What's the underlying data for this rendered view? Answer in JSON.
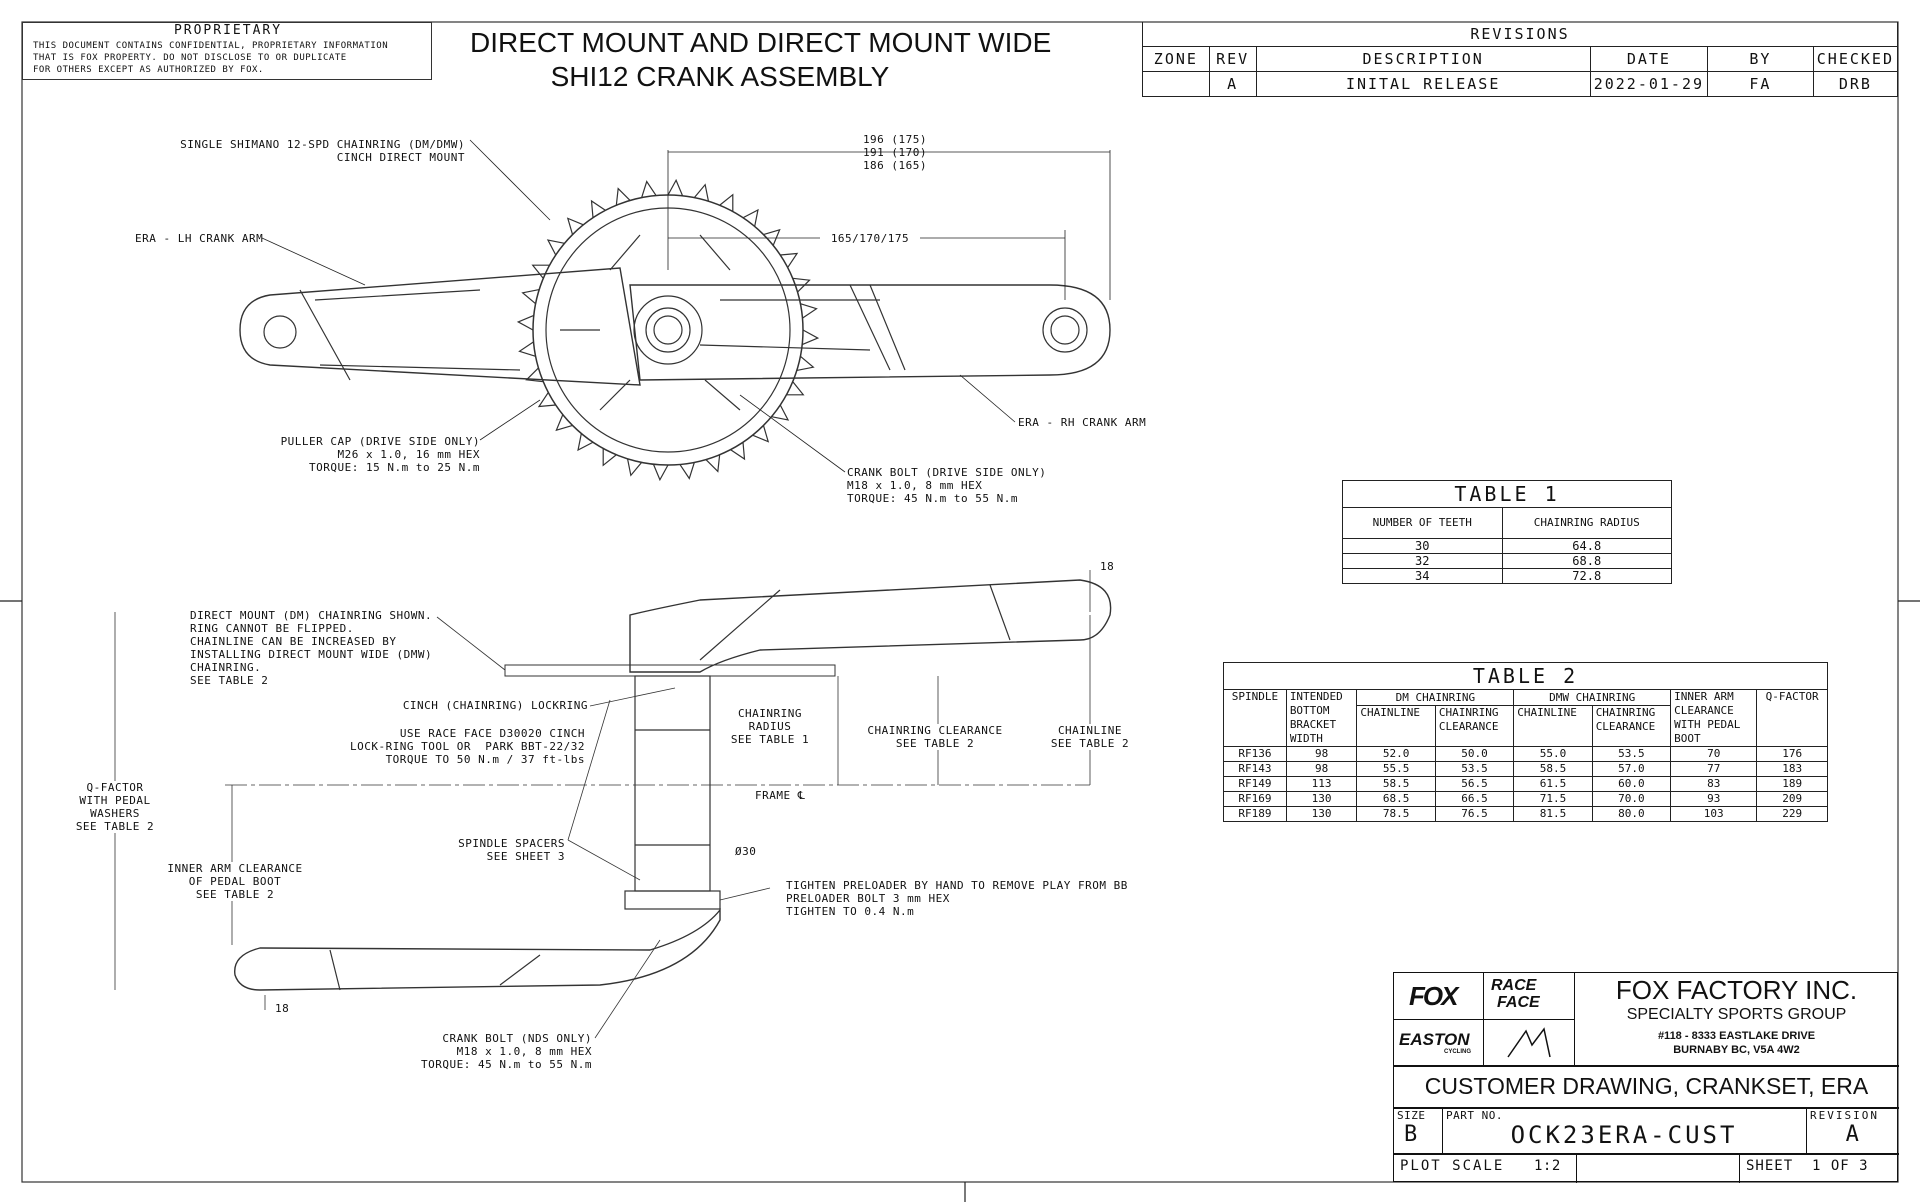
{
  "proprietary": {
    "header": "PROPRIETARY",
    "lines": [
      "THIS DOCUMENT CONTAINS CONFIDENTIAL, PROPRIETARY INFORMATION",
      "THAT IS FOX PROPERTY. DO NOT DISCLOSE TO OR DUPLICATE",
      "FOR OTHERS EXCEPT AS AUTHORIZED BY FOX."
    ]
  },
  "title": {
    "line1": "DIRECT MOUNT AND DIRECT MOUNT WIDE",
    "line2": "SHI12 CRANK ASSEMBLY"
  },
  "revisions": {
    "header": "REVISIONS",
    "columns": [
      "ZONE",
      "REV",
      "DESCRIPTION",
      "DATE",
      "BY",
      "CHECKED"
    ],
    "rows": [
      [
        "",
        "A",
        "INITAL RELEASE",
        "2022-01-29",
        "FA",
        "DRB"
      ]
    ]
  },
  "top_view": {
    "chainring_note": [
      "SINGLE SHIMANO 12-SPD CHAINRING (DM/DMW)",
      "CINCH DIRECT MOUNT"
    ],
    "lh_arm": "ERA - LH CRANK ARM",
    "rh_arm": "ERA - RH CRANK ARM",
    "dims_length": [
      "196 (175)",
      "191 (170)",
      "186 (165)"
    ],
    "crank_length": "165/170/175",
    "puller_cap": [
      "PULLER CAP (DRIVE SIDE ONLY)",
      "M26 x 1.0, 16 mm HEX",
      "TORQUE: 15 N.m to 25 N.m"
    ],
    "crank_bolt_ds": [
      "CRANK BOLT (DRIVE SIDE ONLY)",
      "M18 x 1.0, 8 mm HEX",
      "TORQUE: 45 N.m to 55 N.m"
    ]
  },
  "side_view": {
    "dm_note": [
      "DIRECT MOUNT (DM) CHAINRING SHOWN.",
      "RING CANNOT BE FLIPPED.",
      "CHAINLINE CAN BE INCREASED BY",
      "INSTALLING DIRECT MOUNT WIDE (DMW)",
      "CHAINRING.",
      "SEE TABLE 2"
    ],
    "lockring": "CINCH (CHAINRING) LOCKRING",
    "tool_note": [
      "USE RACE FACE D30020 CINCH",
      "LOCK-RING TOOL OR  PARK BBT-22/32",
      "TORQUE TO 50 N.m / 37 ft-lbs"
    ],
    "chainring_radius": [
      "CHAINRING",
      "RADIUS",
      "SEE TABLE 1"
    ],
    "chainring_clearance": [
      "CHAINRING CLEARANCE",
      "SEE TABLE 2"
    ],
    "chainline": [
      "CHAINLINE",
      "SEE TABLE 2"
    ],
    "frame_cl": "FRAME ℄",
    "qfactor": [
      "Q-FACTOR",
      "WITH PEDAL",
      "WASHERS",
      "SEE TABLE 2"
    ],
    "inner_arm": [
      "INNER ARM CLEARANCE",
      "OF PEDAL BOOT",
      "SEE TABLE 2"
    ],
    "spindle_spacers": [
      "SPINDLE SPACERS",
      "SEE SHEET 3"
    ],
    "dia": "Ø30",
    "preloader": [
      "TIGHTEN PRELOADER BY HAND TO REMOVE PLAY FROM BB",
      "PRELOADER BOLT 3 mm HEX",
      "TIGHTEN TO 0.4 N.m"
    ],
    "crank_bolt_nds": [
      "CRANK BOLT (NDS ONLY)",
      "M18 x 1.0, 8 mm HEX",
      "TORQUE: 45 N.m to 55 N.m"
    ],
    "dim18_top": "18",
    "dim18_bottom": "18"
  },
  "table1": {
    "title": "TABLE 1",
    "columns": [
      "NUMBER OF TEETH",
      "CHAINRING RADIUS"
    ],
    "rows": [
      [
        "30",
        "64.8"
      ],
      [
        "32",
        "68.8"
      ],
      [
        "34",
        "72.8"
      ]
    ]
  },
  "table2": {
    "title": "TABLE 2",
    "h_spindle": "SPINDLE",
    "h_bb": "INTENDED\nBOTTOM\nBRACKET\nWIDTH",
    "h_dm": "DM CHAINRING",
    "h_dmw": "DMW CHAINRING",
    "h_inner": "INNER ARM\nCLEARANCE\nWITH PEDAL\nBOOT",
    "h_q": "Q-FACTOR",
    "h_chainline": "CHAINLINE",
    "h_clearance": "CHAINRING\nCLEARANCE",
    "rows": [
      [
        "RF136",
        "98",
        "52.0",
        "50.0",
        "55.0",
        "53.5",
        "70",
        "176"
      ],
      [
        "RF143",
        "98",
        "55.5",
        "53.5",
        "58.5",
        "57.0",
        "77",
        "183"
      ],
      [
        "RF149",
        "113",
        "58.5",
        "56.5",
        "61.5",
        "60.0",
        "83",
        "189"
      ],
      [
        "RF169",
        "130",
        "68.5",
        "66.5",
        "71.5",
        "70.0",
        "93",
        "209"
      ],
      [
        "RF189",
        "130",
        "78.5",
        "76.5",
        "81.5",
        "80.0",
        "103",
        "229"
      ]
    ]
  },
  "title_block": {
    "logo_fox": "FOX",
    "logo_raceface": [
      "RACE",
      "FACE"
    ],
    "logo_easton": "EASTON",
    "logo_easton_sub": "CYCLING",
    "company": "FOX FACTORY INC.",
    "group": "SPECIALTY SPORTS GROUP",
    "address1": "#118 - 8333 EASTLAKE DRIVE",
    "address2": "BURNABY BC, V5A 4W2",
    "drawing_title": "CUSTOMER DRAWING, CRANKSET, ERA",
    "size_label": "SIZE",
    "size": "B",
    "part_label": "PART NO.",
    "part_no": "OCK23ERA-CUST",
    "revision_label": "REVISION",
    "revision": "A",
    "plot_scale_label": "PLOT SCALE",
    "plot_scale": "1:2",
    "sheet": "SHEET  1 OF 3"
  }
}
